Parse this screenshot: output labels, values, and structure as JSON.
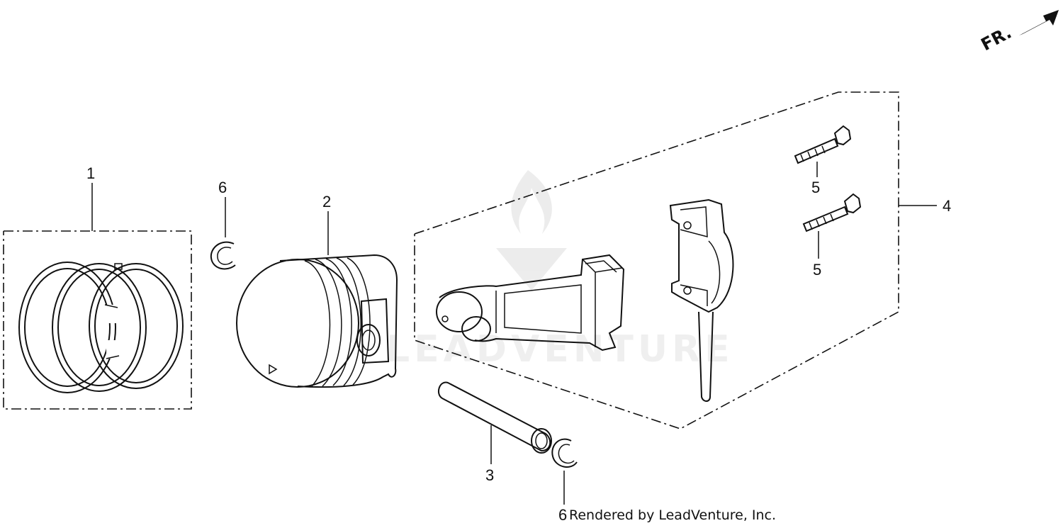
{
  "orientation": {
    "label": "FR."
  },
  "callouts": {
    "c1": "1",
    "c2": "2",
    "c3": "3",
    "c4": "4",
    "c5a": "5",
    "c5b": "5",
    "c6a": "6",
    "c6b": "6"
  },
  "watermark": {
    "text": "LEADVENTURE"
  },
  "credit": {
    "text": "Rendered by LeadVenture, Inc."
  }
}
